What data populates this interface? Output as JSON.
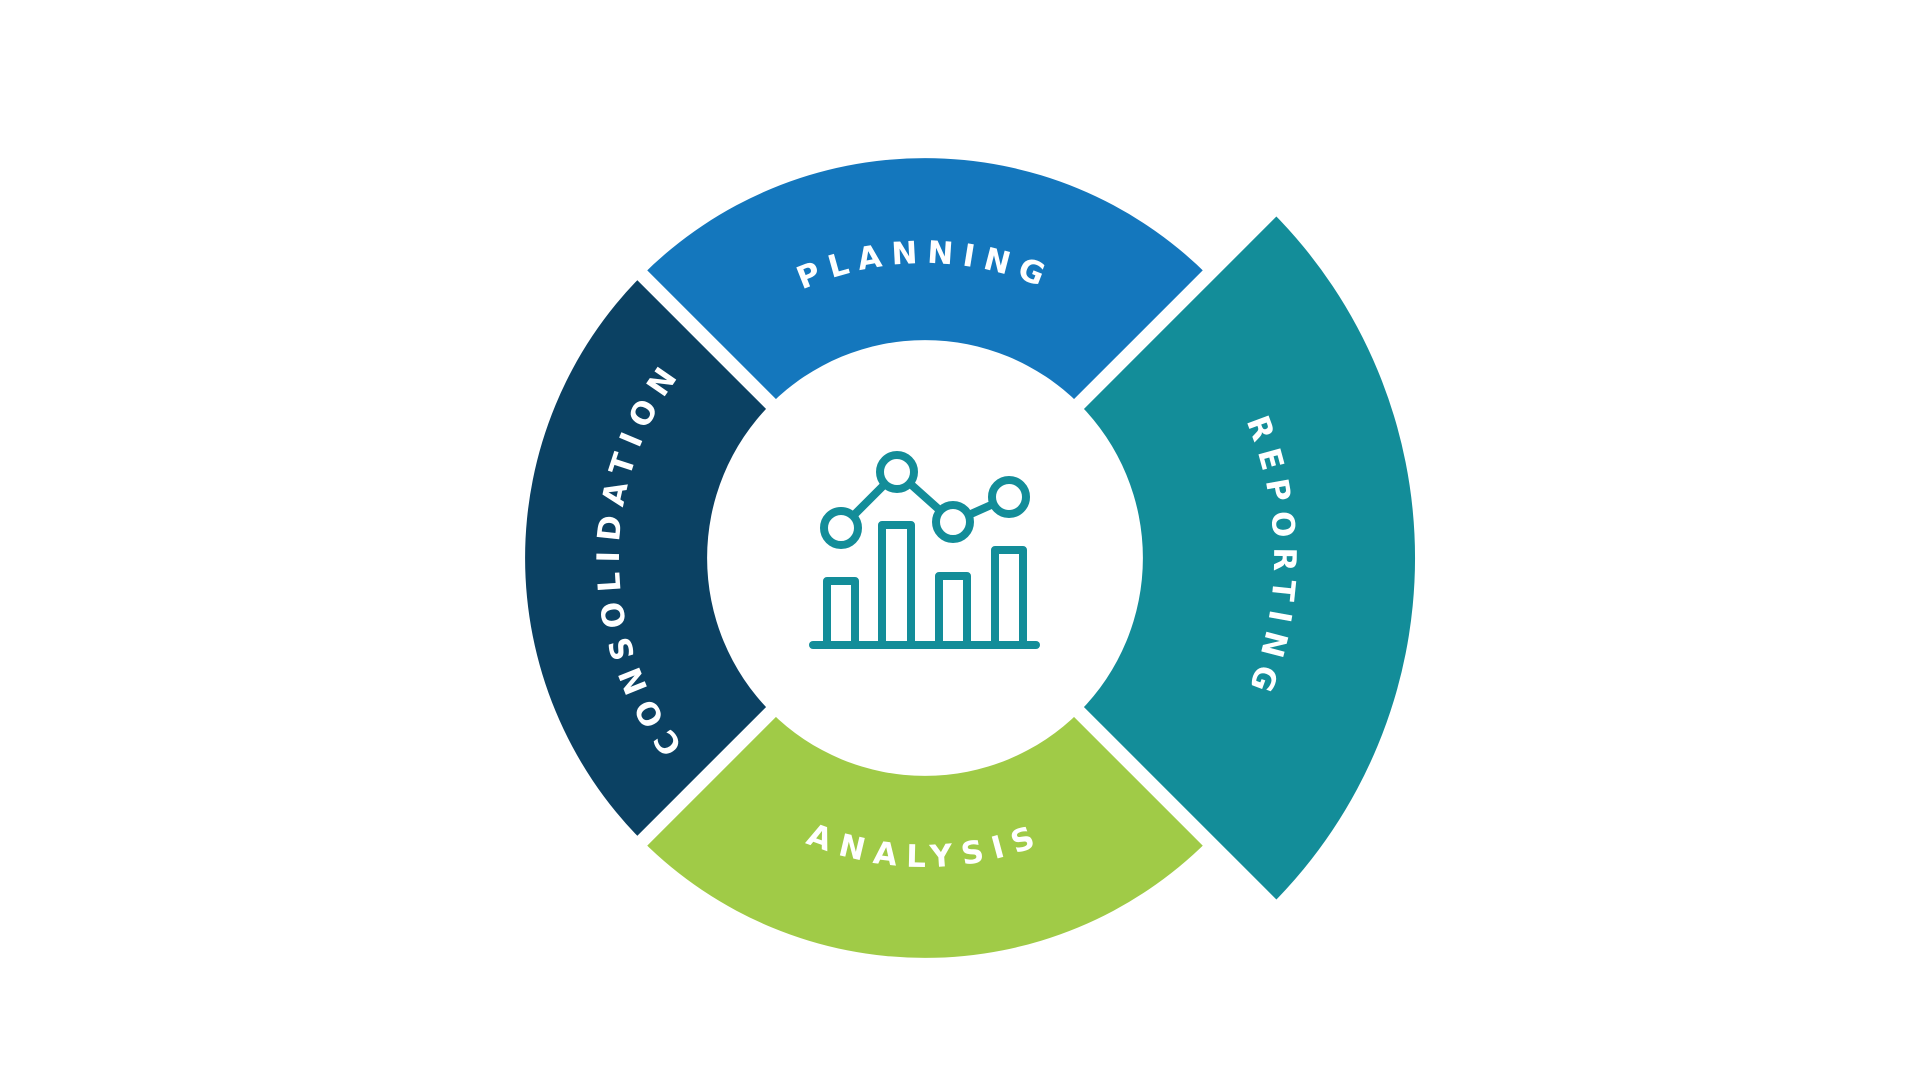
{
  "segments": {
    "planning": {
      "label": "PLANNING",
      "color": "#1477bd"
    },
    "reporting": {
      "label": "REPORTING",
      "color": "#138d99"
    },
    "analysis": {
      "label": "ANALYSIS",
      "color": "#a0cb47"
    },
    "consolidation": {
      "label": "CONSOLIDATION",
      "color": "#0b4163"
    }
  },
  "center_icon": {
    "name": "bar-line-chart-icon",
    "color": "#138d99"
  }
}
